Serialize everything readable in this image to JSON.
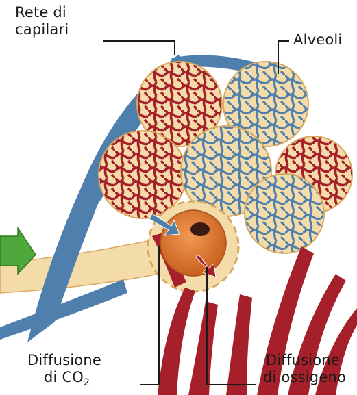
{
  "labels": {
    "capillary_network": {
      "line1": "Rete di",
      "line2": "capilari"
    },
    "alveoli": "Alveoli",
    "co2_diffusion": {
      "line1": "Diffusione",
      "line2_prefix": "di CO",
      "line2_sub": "2"
    },
    "oxygen_diffusion": {
      "line1": "Diffusione",
      "line2": "di ossigeno"
    }
  },
  "colors": {
    "artery_red": "#a5202a",
    "vein_blue": "#4f7fad",
    "alveolus_fill": "#f3dcaa",
    "alveolus_edge": "#d9a860",
    "cell_orange": "#e07830",
    "pointer_arrow_green": "#4fa83c",
    "leader_line": "#1a1a1a"
  }
}
